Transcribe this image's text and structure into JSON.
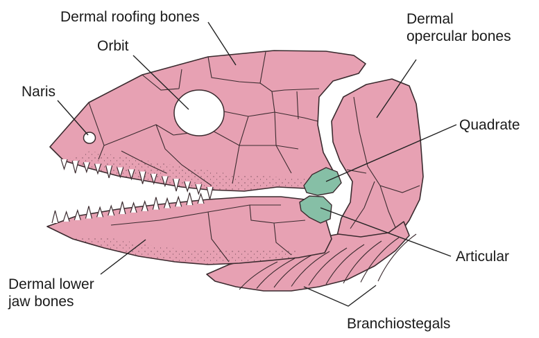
{
  "labels": {
    "dermal_roofing": "Dermal roofing bones",
    "orbit": "Orbit",
    "naris": "Naris",
    "dermal_opercular": [
      "Dermal",
      "opercular bones"
    ],
    "quadrate": "Quadrate",
    "articular": "Articular",
    "dermal_lower_jaw": [
      "Dermal lower",
      "jaw bones"
    ],
    "branchiostegals": "Branchiostegals"
  },
  "colors": {
    "bone_fill": "#e7a1b3",
    "bone_outline": "#3a2a2e",
    "cartilage_fill": "#86bfa6",
    "leader_line": "#222222",
    "background": "#ffffff"
  }
}
